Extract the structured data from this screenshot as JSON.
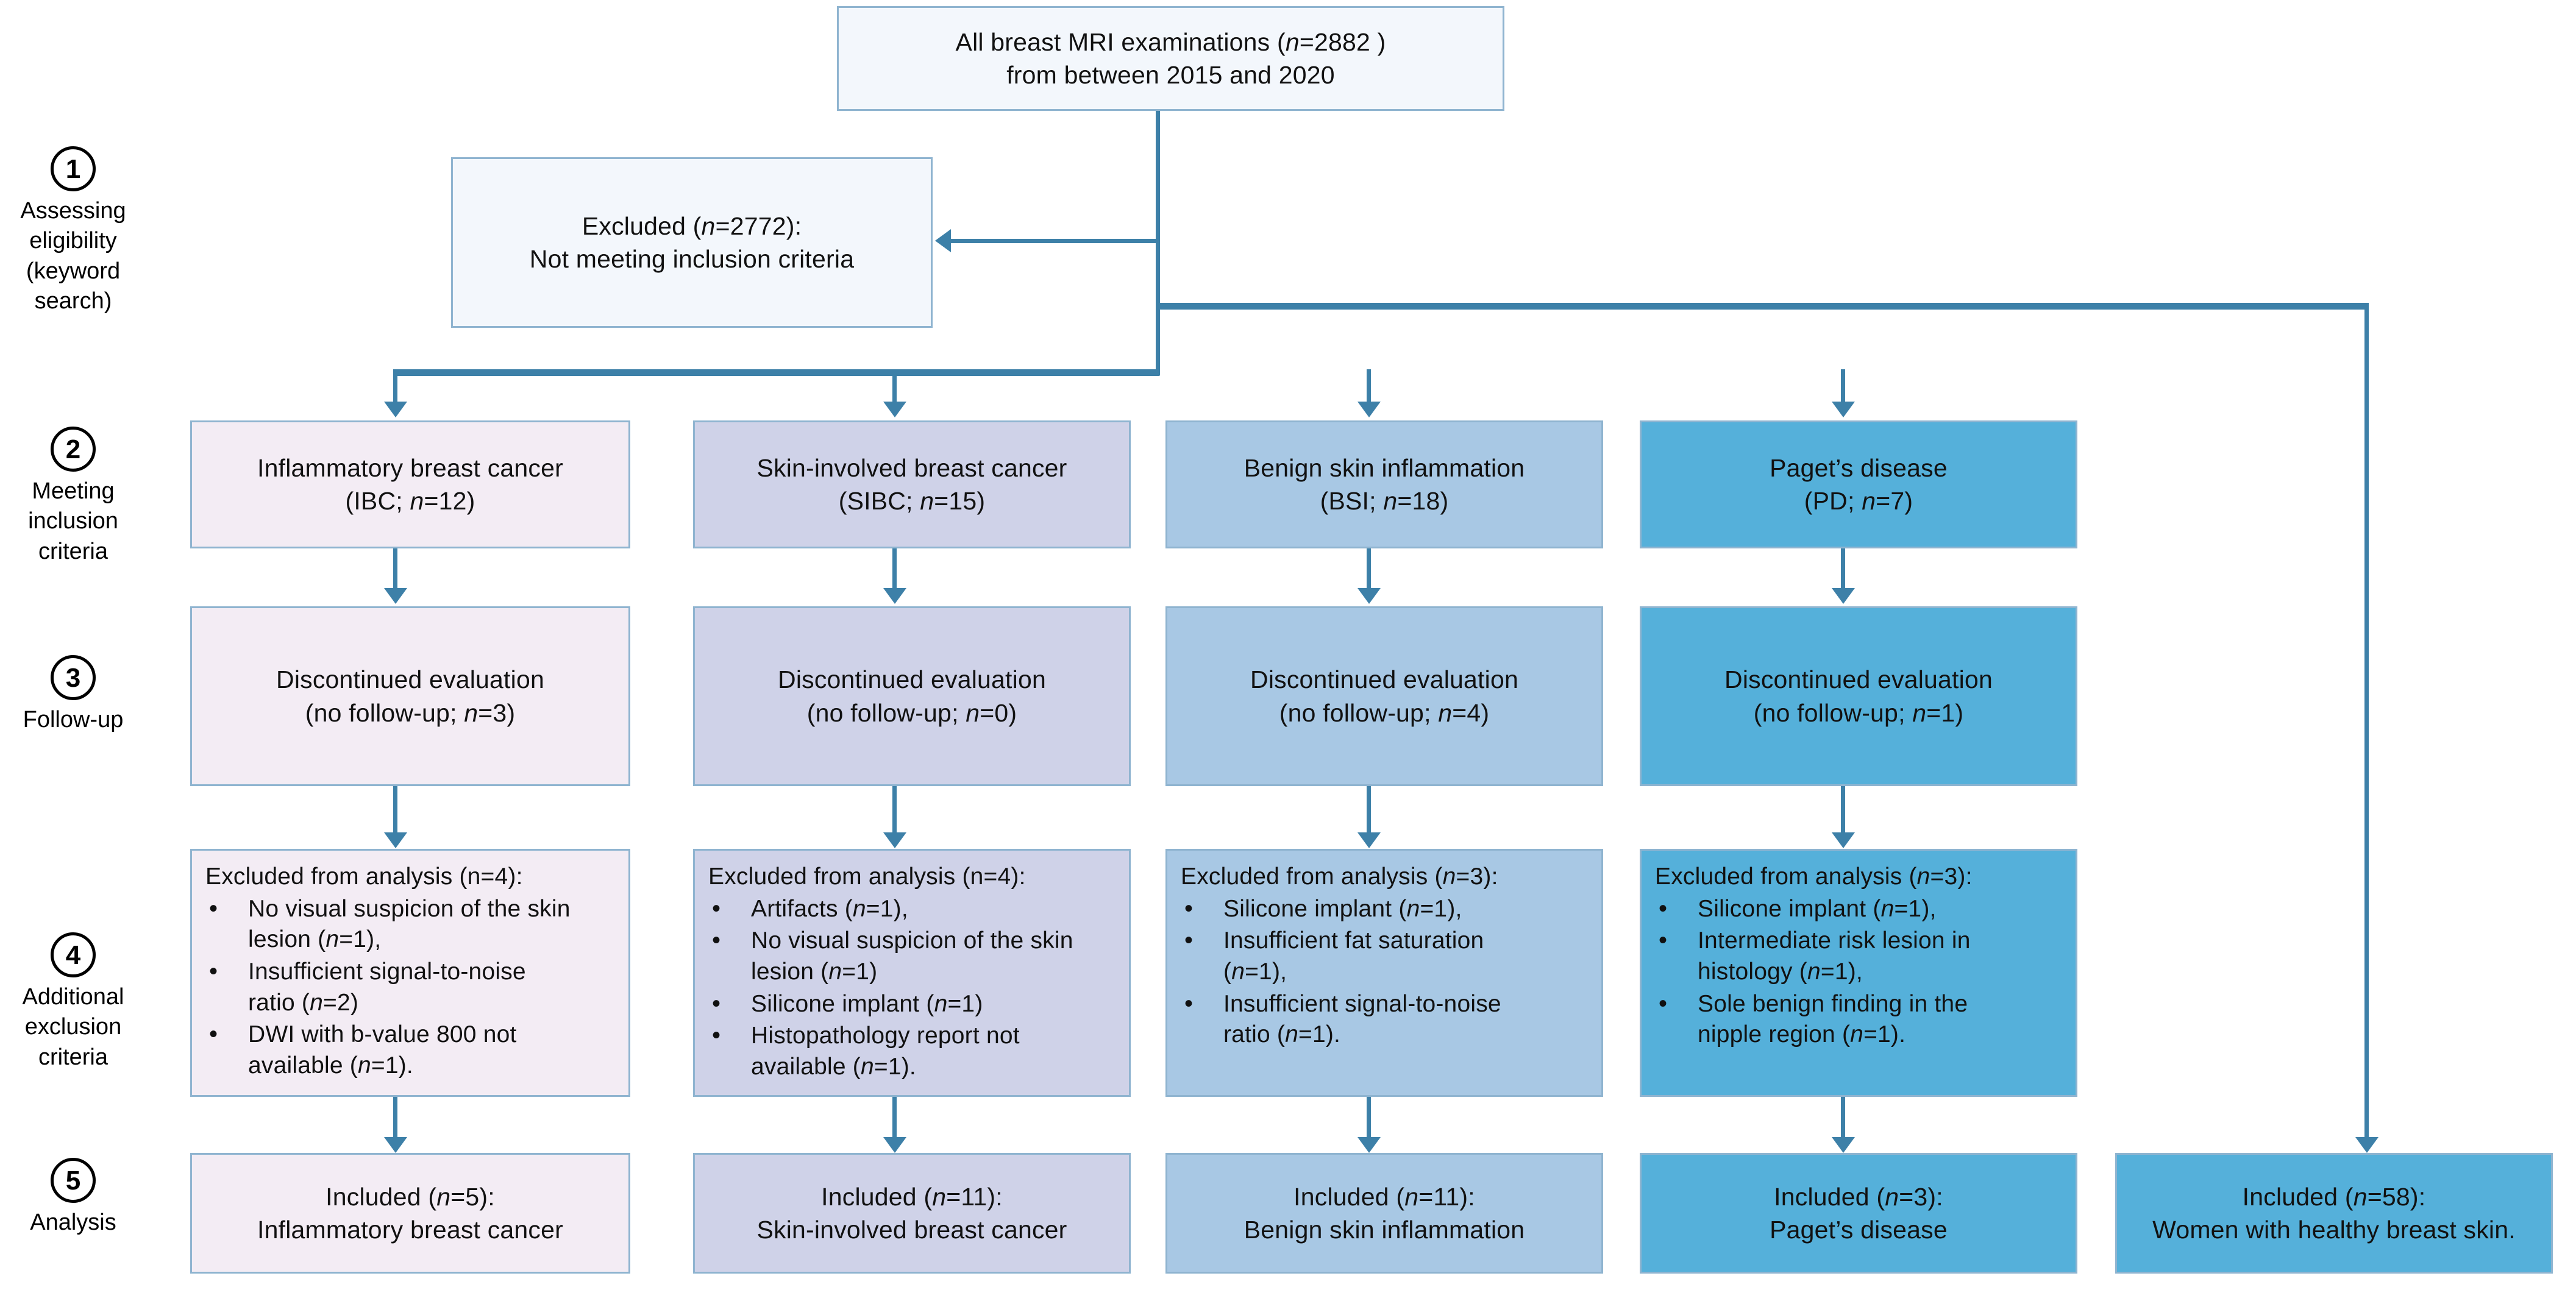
{
  "steps": [
    {
      "number": "1",
      "caption": [
        "Assessing eligibility",
        "(keyword search)"
      ]
    },
    {
      "number": "2",
      "caption": [
        "Meeting",
        "inclusion",
        "criteria"
      ]
    },
    {
      "number": "3",
      "caption": [
        "Follow-up"
      ]
    },
    {
      "number": "4",
      "caption": [
        "Additional",
        "exclusion",
        "criteria"
      ]
    },
    {
      "number": "5",
      "caption": [
        "Analysis"
      ]
    }
  ],
  "top_box": {
    "line1_pre": "All breast MRI examinations (",
    "line1_italic": "n",
    "line1_post": "=2882 )",
    "line2": "from between 2015 and 2020"
  },
  "excluded_box": {
    "line1_pre": "Excluded (",
    "line1_italic": "n",
    "line1_post": "=2772):",
    "line2": "Not meeting inclusion criteria"
  },
  "categories": [
    {
      "name": "Inflammatory breast cancer",
      "abbrev_pre": "(IBC; ",
      "abbrev_italic": "n",
      "abbrev_post": "=12)",
      "fill": "#f3ecf4"
    },
    {
      "name": "Skin-involved breast cancer",
      "abbrev_pre": "(SIBC; ",
      "abbrev_italic": "n",
      "abbrev_post": "=15)",
      "fill": "#cfd2e8"
    },
    {
      "name": "Benign skin inflammation",
      "abbrev_pre": "(BSI; ",
      "abbrev_italic": "n",
      "abbrev_post": "=18)",
      "fill": "#a8c8e4"
    },
    {
      "name": "Paget’s disease",
      "abbrev_pre": "(PD; ",
      "abbrev_italic": "n",
      "abbrev_post": "=7)",
      "fill": "#55b0da"
    }
  ],
  "discontinued": [
    {
      "line1": "Discontinued evaluation",
      "pre": "(no follow-up; ",
      "italic": "n",
      "post": "=3)"
    },
    {
      "line1": "Discontinued evaluation",
      "pre": "(no follow-up; ",
      "italic": "n",
      "post": "=0)"
    },
    {
      "line1": "Discontinued evaluation",
      "pre": "(no follow-up; ",
      "italic": "n",
      "post": "=4)"
    },
    {
      "line1": "Discontinued evaluation",
      "pre": "(no follow-up; ",
      "italic": "n",
      "post": "=1)"
    }
  ],
  "exclusions": [
    {
      "header": "Excluded from analysis (n=4):",
      "items": [
        [
          "No visual suspicion of the skin",
          "lesion (",
          "n",
          "=1),"
        ],
        [
          "Insufficient signal-to-noise",
          "ratio  (",
          "n",
          "=2)"
        ],
        [
          "DWI with b-value 800 not",
          "available (",
          "n",
          "=1)."
        ]
      ]
    },
    {
      "header": "Excluded from analysis (n=4):",
      "items": [
        [
          "Artifacts (",
          "n",
          "=1),"
        ],
        [
          "No visual suspicion of the skin",
          "lesion (",
          "n",
          "=1)"
        ],
        [
          "Silicone implant (",
          "n",
          "=1)"
        ],
        [
          "Histopathology report not",
          "available (",
          "n",
          "=1)."
        ]
      ]
    },
    {
      "header_pre": "Excluded from analysis (",
      "header_italic": "n",
      "header_post": "=3):",
      "items": [
        [
          "Silicone implant (",
          "n",
          "=1),"
        ],
        [
          "Insufficient fat saturation",
          "(",
          "n",
          "=1),"
        ],
        [
          "Insufficient signal-to-noise",
          "ratio  (",
          "n",
          "=1)."
        ]
      ]
    },
    {
      "header_pre": "Excluded from analysis (",
      "header_italic": "n",
      "header_post": "=3):",
      "items": [
        [
          "Silicone implant (",
          "n",
          "=1),"
        ],
        [
          "Intermediate risk lesion in",
          "histology (",
          "n",
          "=1),"
        ],
        [
          "Sole benign finding in the",
          "nipple region (",
          "n",
          "=1)."
        ]
      ]
    }
  ],
  "included": [
    {
      "pre": "Included (",
      "italic": "n",
      "post": "=5):",
      "line2": "Inflammatory breast cancer"
    },
    {
      "pre": "Included (",
      "italic": "n",
      "post": "=11):",
      "line2": "Skin-involved breast cancer"
    },
    {
      "pre": "Included (",
      "italic": "n",
      "post": "=11):",
      "line2": "Benign skin inflammation"
    },
    {
      "pre": "Included (",
      "italic": "n",
      "post": "=3):",
      "line2": "Paget’s disease"
    },
    {
      "pre": "Included (",
      "italic": "n",
      "post": "=58):",
      "line2": "Women with healthy breast skin."
    }
  ],
  "colors": {
    "connector": "#3d80a8",
    "border": "#8fb4d0",
    "fill_white": "#f3f7fc",
    "fill_c1": "#f3ecf4",
    "fill_c2": "#cfd2e8",
    "fill_c3": "#a8c8e4",
    "fill_c4": "#55b0da"
  }
}
